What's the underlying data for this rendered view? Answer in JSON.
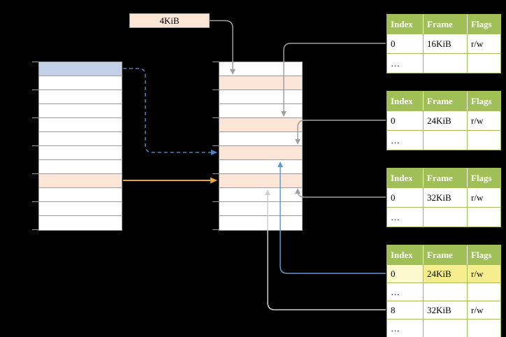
{
  "page_size_label": "4KiB",
  "colors": {
    "background": "#000000",
    "grid_line": "#9a9a9a",
    "blue_fill": "#c2d1e8",
    "peach_fill": "#fbe5d6",
    "table_green": "#a0bf56",
    "arrow_gray": "#a0a0a0",
    "arrow_light": "#d0d0d0",
    "arrow_blue": "#4f81bd",
    "arrow_blue_light": "#5b9bd5",
    "arrow_orange": "#e8a33d"
  },
  "virtual_memory": {
    "rows": [
      "blue",
      "white",
      "white",
      "white",
      "white",
      "white",
      "white",
      "white",
      "peach",
      "white",
      "white",
      "white"
    ]
  },
  "physical_memory": {
    "rows": [
      "white",
      "peach",
      "white",
      "white",
      "peach",
      "white",
      "peach",
      "white",
      "peach",
      "white",
      "white",
      "white"
    ]
  },
  "page_tables": [
    {
      "headers": [
        "Index",
        "Frame",
        "Flags"
      ],
      "rows": [
        {
          "cells": [
            {
              "text": "0"
            },
            {
              "text": "16KiB"
            },
            {
              "text": "r/w"
            }
          ]
        },
        {
          "cells": [
            {
              "text": "…"
            },
            {
              "text": ""
            },
            {
              "text": ""
            }
          ]
        }
      ]
    },
    {
      "headers": [
        "Index",
        "Frame",
        "Flags"
      ],
      "rows": [
        {
          "cells": [
            {
              "text": "0"
            },
            {
              "text": "24KiB"
            },
            {
              "text": "r/w"
            }
          ]
        },
        {
          "cells": [
            {
              "text": "…"
            },
            {
              "text": ""
            },
            {
              "text": ""
            }
          ]
        }
      ]
    },
    {
      "headers": [
        "Index",
        "Frame",
        "Flags"
      ],
      "rows": [
        {
          "cells": [
            {
              "text": "0"
            },
            {
              "text": "32KiB"
            },
            {
              "text": "r/w"
            }
          ]
        },
        {
          "cells": [
            {
              "text": "…"
            },
            {
              "text": ""
            },
            {
              "text": ""
            }
          ]
        }
      ]
    },
    {
      "headers": [
        "Index",
        "Frame",
        "Flags"
      ],
      "rows": [
        {
          "cells": [
            {
              "text": "0",
              "bg": "#fdf9cf"
            },
            {
              "text": "24KiB",
              "bg": "#f6ee8e"
            },
            {
              "text": "r/w",
              "bg": "#f6ee8e"
            }
          ]
        },
        {
          "cells": [
            {
              "text": "…"
            },
            {
              "text": ""
            },
            {
              "text": ""
            }
          ]
        },
        {
          "cells": [
            {
              "text": "8"
            },
            {
              "text": "32KiB"
            },
            {
              "text": "r/w"
            }
          ]
        },
        {
          "cells": [
            {
              "text": "…"
            },
            {
              "text": ""
            },
            {
              "text": ""
            }
          ]
        }
      ]
    }
  ]
}
